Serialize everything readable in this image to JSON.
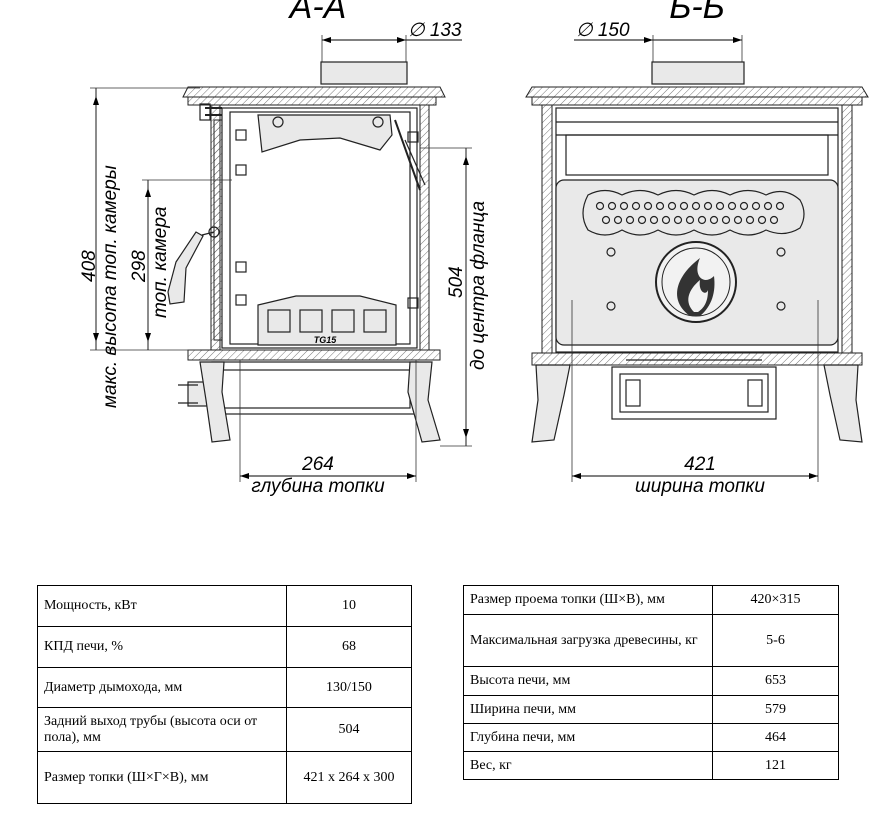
{
  "drawing": {
    "section_a": {
      "title": "А-А",
      "flue_diameter": "∅ 133",
      "dim_max_height_value": "408",
      "dim_max_height_label": "макс. высота топ. камеры",
      "dim_chamber_value": "298",
      "dim_chamber_label": "топ. камера",
      "dim_flange_value": "504",
      "dim_flange_label": "до центра фланца",
      "dim_depth_value": "264",
      "dim_depth_label": "глубина топки",
      "grate_mark": "TG15"
    },
    "section_b": {
      "title": "Б-Б",
      "flue_diameter": "∅ 150",
      "dim_width_value": "421",
      "dim_width_label": "ширина топки"
    }
  },
  "spec_left": [
    {
      "label": "Мощность, кВт",
      "value": "10"
    },
    {
      "label": "КПД печи, %",
      "value": "68"
    },
    {
      "label": "Диаметр дымохода, мм",
      "value": "130/150"
    },
    {
      "label": "Задний выход трубы (высота оси от пола), мм",
      "value": "504"
    },
    {
      "label": "Размер топки (Ш×Г×В), мм",
      "value": "421 x 264 x 300"
    }
  ],
  "spec_right": [
    {
      "label": "Размер проема топки (Ш×В), мм",
      "value": "420×315"
    },
    {
      "label": "Максимальная загрузка древесины, кг",
      "value": "5-6"
    },
    {
      "label": "Высота печи, мм",
      "value": "653"
    },
    {
      "label": "Ширина печи, мм",
      "value": "579"
    },
    {
      "label": "Глубина печи, мм",
      "value": "464"
    },
    {
      "label": "Вес, кг",
      "value": "121"
    }
  ]
}
